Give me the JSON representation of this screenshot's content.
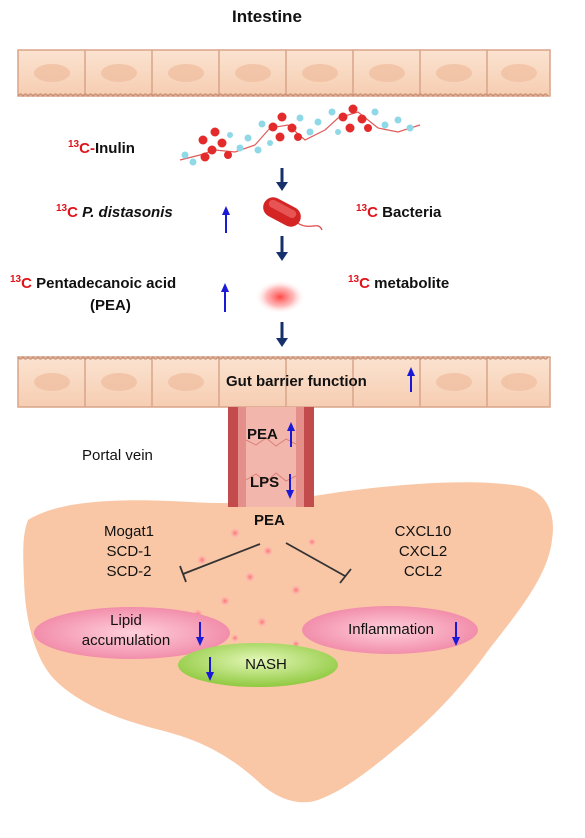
{
  "title": "Intestine",
  "inulin": {
    "sup": "13",
    "prefix": "C-",
    "name": "Inulin"
  },
  "p_distasonis": {
    "sup": "13",
    "prefix": "C",
    "name": "P. distasonis"
  },
  "bacteria": {
    "sup": "13",
    "prefix": "C",
    "name": "Bacteria"
  },
  "pea_label": {
    "sup": "13",
    "prefix": "C",
    "name": "Pentadecanoic acid",
    "abbr": "(PEA)"
  },
  "metabolite": {
    "sup": "13",
    "prefix": "C",
    "name": "metabolite"
  },
  "gut_barrier": "Gut barrier function",
  "portal_vein": "Portal vein",
  "vein_pea": "PEA",
  "vein_lps": "LPS",
  "liver_pea": "PEA",
  "lipid_genes": [
    "Mogat1",
    "SCD-1",
    "SCD-2"
  ],
  "inflam_genes": [
    "CXCL10",
    "CXCL2",
    "CCL2"
  ],
  "lipid_accumulation": [
    "Lipid",
    "accumulation"
  ],
  "inflammation": "Inflammation",
  "nash": "NASH",
  "colors": {
    "cell_fill": "#f9d9c3",
    "cell_border": "#d9a489",
    "liver": "#f9c7a6",
    "vein": "#c24b4b",
    "vein_inner": "#f0b0a8",
    "pink_ellipse": "#f49bb4",
    "nash_green": "#9fd24f",
    "arrow_navy": "#15306a",
    "arrow_blue": "#1a1ad6",
    "label_red": "#e0121a"
  }
}
